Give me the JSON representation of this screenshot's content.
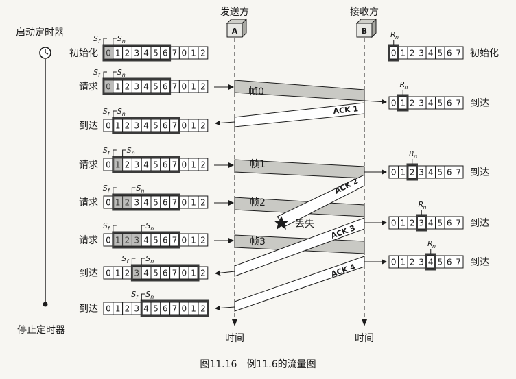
{
  "senders": {
    "a_title": "发送方",
    "a_box": "A",
    "b_title": "接收方",
    "b_box": "B",
    "time": "时间"
  },
  "timer": {
    "start": "启动定时器",
    "stop": "停止定时器"
  },
  "labels": {
    "sf": "S",
    "sf_sub": "f",
    "sn": "S",
    "sn_sub": "n",
    "rn": "R",
    "rn_sub": "n"
  },
  "left_rows": [
    {
      "label": "初始化",
      "cells": [
        "0",
        "1",
        "2",
        "3",
        "4",
        "5",
        "6",
        "7",
        "0",
        "1",
        "2"
      ],
      "sf": 0,
      "sn": 1
    },
    {
      "label": "请求",
      "cells": [
        "0",
        "1",
        "2",
        "3",
        "4",
        "5",
        "6",
        "7",
        "0",
        "1",
        "2"
      ],
      "sf": 0,
      "sn": 1
    },
    {
      "label": "到达",
      "cells": [
        "0",
        "1",
        "2",
        "3",
        "4",
        "5",
        "6",
        "7",
        "0",
        "1",
        "2"
      ],
      "sf": 1,
      "sn": 1
    },
    {
      "label": "请求",
      "cells": [
        "0",
        "1",
        "2",
        "3",
        "4",
        "5",
        "6",
        "7",
        "0",
        "1",
        "2"
      ],
      "sf": 1,
      "sn": 2
    },
    {
      "label": "请求",
      "cells": [
        "0",
        "1",
        "2",
        "3",
        "4",
        "5",
        "6",
        "7",
        "0",
        "1",
        "2"
      ],
      "sf": 1,
      "sn": 3
    },
    {
      "label": "请求",
      "cells": [
        "0",
        "1",
        "2",
        "3",
        "4",
        "5",
        "6",
        "7",
        "0",
        "1",
        "2"
      ],
      "sf": 1,
      "sn": 4
    },
    {
      "label": "到达",
      "cells": [
        "0",
        "1",
        "2",
        "3",
        "4",
        "5",
        "6",
        "7",
        "0",
        "1",
        "2"
      ],
      "sf": 3,
      "sn": 4
    },
    {
      "label": "到达",
      "cells": [
        "0",
        "1",
        "2",
        "3",
        "4",
        "5",
        "6",
        "7",
        "0",
        "1",
        "2"
      ],
      "sf": 4,
      "sn": 4
    }
  ],
  "right_rows": [
    {
      "label": "初始化",
      "cells": [
        "0",
        "1",
        "2",
        "3",
        "4",
        "5",
        "6",
        "7"
      ],
      "rn": 0
    },
    {
      "label": "到达",
      "cells": [
        "0",
        "1",
        "2",
        "3",
        "4",
        "5",
        "6",
        "7"
      ],
      "rn": 1
    },
    {
      "label": "到达",
      "cells": [
        "0",
        "1",
        "2",
        "3",
        "4",
        "5",
        "6",
        "7"
      ],
      "rn": 2
    },
    {
      "label": "到达",
      "cells": [
        "0",
        "1",
        "2",
        "3",
        "4",
        "5",
        "6",
        "7"
      ],
      "rn": 3
    },
    {
      "label": "到达",
      "cells": [
        "0",
        "1",
        "2",
        "3",
        "4",
        "5",
        "6",
        "7"
      ],
      "rn": 4
    }
  ],
  "frames": [
    "帧0",
    "帧1",
    "帧2",
    "帧3"
  ],
  "acks": [
    "ACK 1",
    "ACK 2",
    "ACK 3",
    "ACK 4"
  ],
  "lost": "丢失",
  "caption": "图11.16　例11.6的流量图"
}
